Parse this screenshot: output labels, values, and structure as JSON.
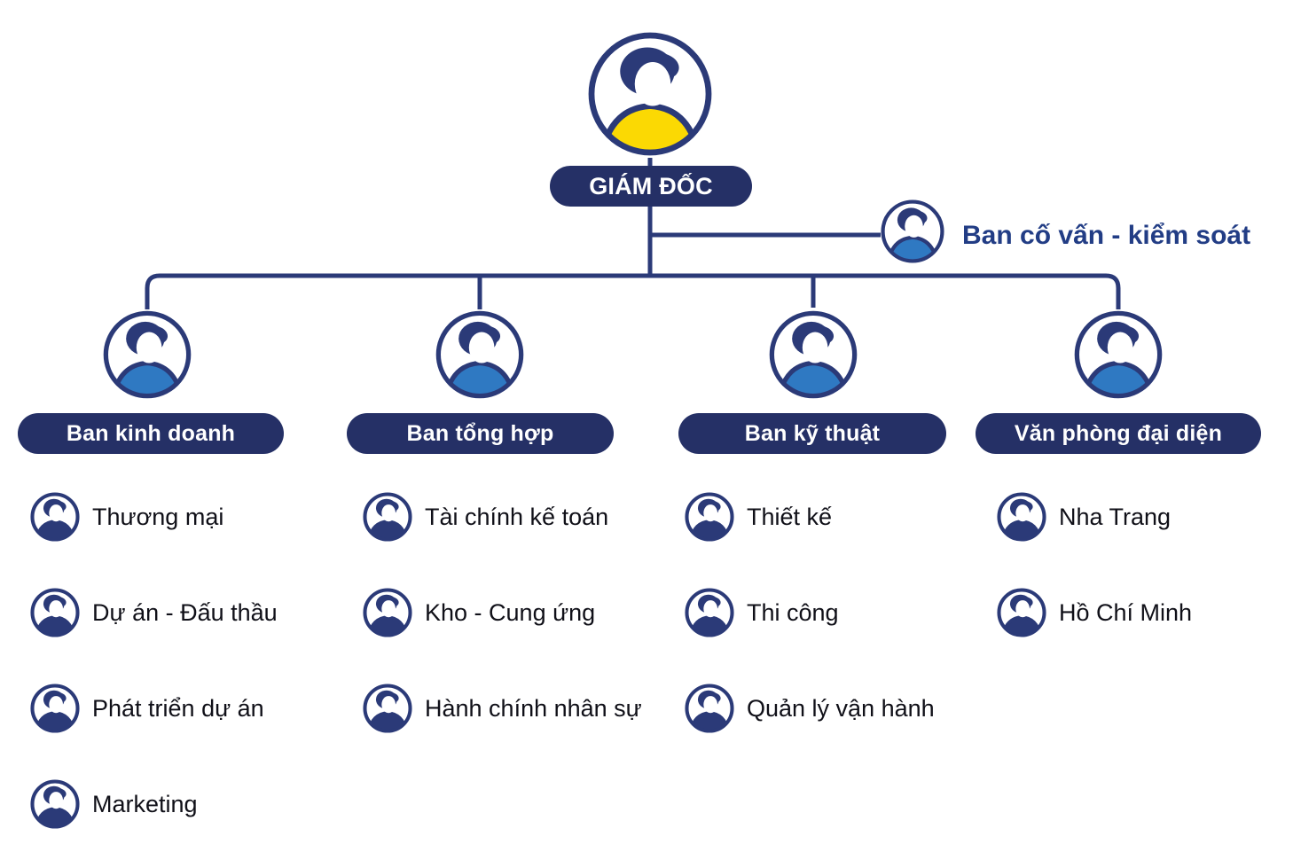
{
  "colors": {
    "ink": "#2b3a78",
    "badge": "#253066",
    "badge_text": "#ffffff",
    "shirt_blue": "#2f79c2",
    "shirt_yellow": "#fbd903",
    "advisor_text": "#223d85",
    "unit_text": "#101018"
  },
  "director": {
    "label": "GIÁM ĐỐC"
  },
  "advisor": {
    "label": "Ban cố vấn - kiểm soát"
  },
  "departments": [
    {
      "label": "Ban kinh doanh",
      "units": [
        "Thương mại",
        "Dự án - Đấu thầu",
        "Phát triển dự án",
        "Marketing"
      ]
    },
    {
      "label": "Ban tổng hợp",
      "units": [
        "Tài chính kế toán",
        "Kho - Cung ứng",
        "Hành chính nhân sự"
      ]
    },
    {
      "label": "Ban kỹ thuật",
      "units": [
        "Thiết kế",
        "Thi công",
        "Quản lý vận hành"
      ]
    },
    {
      "label": "Văn phòng đại diện",
      "units": [
        "Nha Trang",
        "Hồ Chí Minh"
      ]
    }
  ]
}
